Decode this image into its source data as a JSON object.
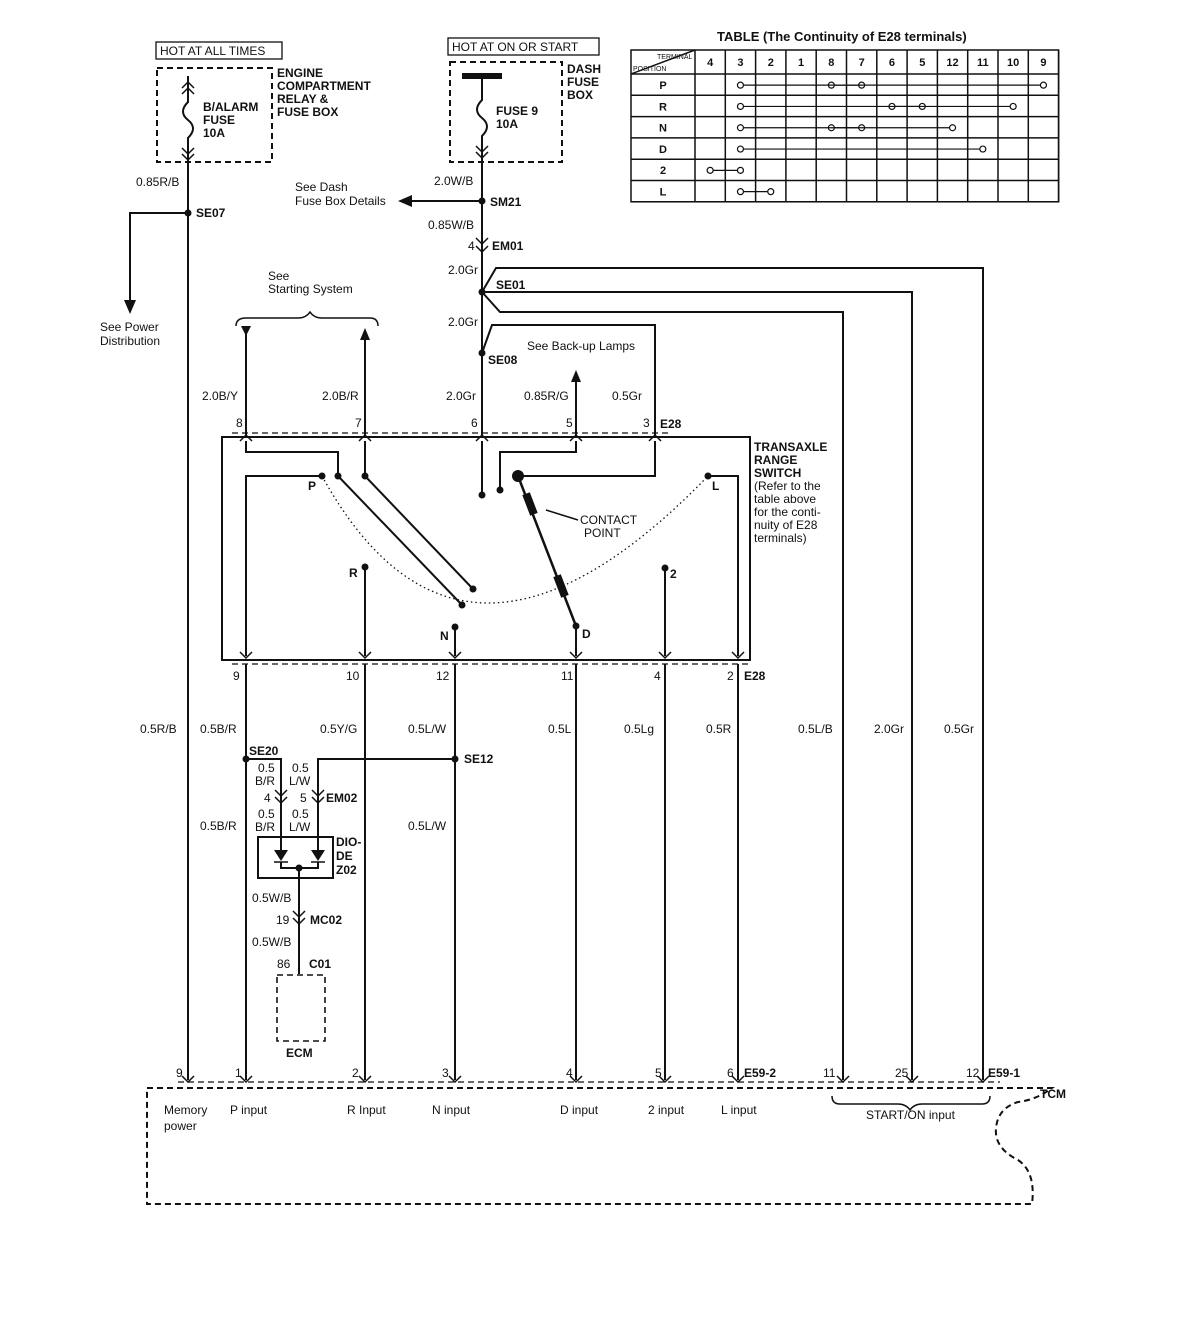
{
  "supply": {
    "left_hot_label": "HOT AT ALL TIMES",
    "left_box_lines": [
      "ENGINE",
      "COMPARTMENT",
      "RELAY &",
      "FUSE BOX"
    ],
    "left_fuse_lines": [
      "B/ALARM",
      "FUSE",
      "10A"
    ],
    "right_hot_label": "HOT AT ON OR START",
    "right_box_lines": [
      "DASH",
      "FUSE",
      "BOX"
    ],
    "right_fuse_lines": [
      "FUSE 9",
      "10A"
    ]
  },
  "wires_top": {
    "w085rb": "0.85R/B",
    "se07": "SE07",
    "power_dist": [
      "See Power",
      "Distribution"
    ],
    "w20wb": "2.0W/B",
    "sm21": "SM21",
    "dash_details": [
      "See Dash",
      "Fuse Box Details"
    ],
    "w085wb": "0.85W/B",
    "em01_pin": "4",
    "em01": "EM01",
    "w20gr_a": "2.0Gr",
    "se01": "SE01",
    "w20gr_b": "2.0Gr",
    "se08": "SE08",
    "backup": "See Back-up Lamps",
    "starting": [
      "See",
      "Starting System"
    ],
    "w20by": "2.0B/Y",
    "w20br": "2.0B/R",
    "w20gr_c": "2.0Gr",
    "w085rg": "0.85R/G",
    "w05gr_top": "0.5Gr"
  },
  "switch": {
    "top_pins": [
      "8",
      "7",
      "6",
      "5",
      "3"
    ],
    "top_conn": "E28",
    "title_lines": [
      "TRANSAXLE",
      "RANGE",
      "SWITCH"
    ],
    "note_lines": [
      "(Refer to the",
      "table above",
      "for the conti-",
      "nuity of E28",
      "terminals)"
    ],
    "contact_lines": [
      "CONTACT",
      "POINT"
    ],
    "positions": [
      "P",
      "R",
      "N",
      "D",
      "2",
      "L"
    ],
    "bottom_pins": [
      "9",
      "10",
      "12",
      "11",
      "4",
      "2"
    ],
    "bottom_conn": "E28"
  },
  "wires_mid": {
    "w05rb": "0.5R/B",
    "w05br": "0.5B/R",
    "w05yg": "0.5Y/G",
    "w05lw": "0.5L/W",
    "w05l": "0.5L",
    "w05lg": "0.5Lg",
    "w05r": "0.5R",
    "w05lb": "0.5L/B",
    "w20gr": "2.0Gr",
    "w05gr": "0.5Gr",
    "se20": "SE20",
    "se12": "SE12",
    "br_a": [
      "0.5",
      "B/R"
    ],
    "lw_a": [
      "0.5",
      "L/W"
    ],
    "em02_pin4": "4",
    "em02_pin5": "5",
    "em02": "EM02",
    "br_b": [
      "0.5",
      "B/R"
    ],
    "lw_b": [
      "0.5",
      "L/W"
    ],
    "w05br_low": "0.5B/R",
    "w05lw_low": "0.5L/W",
    "diode_lines": [
      "DIO-",
      "DE",
      "Z02"
    ],
    "w05wb_a": "0.5W/B",
    "mc02_pin": "19",
    "mc02": "MC02",
    "w05wb_b": "0.5W/B",
    "c01_pin": "86",
    "c01": "C01",
    "ecm": "ECM"
  },
  "tcm": {
    "pins": [
      "9",
      "1",
      "2",
      "3",
      "4",
      "5",
      "6",
      "11",
      "25",
      "12"
    ],
    "conn_a": "E59-2",
    "conn_b": "E59-1",
    "name": "TCM",
    "inputs": [
      "Memory",
      "power",
      "P input",
      "R Input",
      "N input",
      "D input",
      "2 input",
      "L input",
      "START/ON input"
    ]
  },
  "table": {
    "title": "TABLE (The Continuity of E28 terminals)",
    "corner_top": "TERMINAL",
    "corner_bottom": "POSITION",
    "columns": [
      "4",
      "3",
      "2",
      "1",
      "8",
      "7",
      "6",
      "5",
      "12",
      "11",
      "10",
      "9"
    ],
    "rows": [
      {
        "label": "P",
        "from": 4,
        "to": 5
      },
      {
        "label": "P",
        "from": 1,
        "to": 11
      },
      {
        "label": "R",
        "from": 6,
        "to": 7
      },
      {
        "label": "R",
        "from": 1,
        "to": 10
      },
      {
        "label": "N",
        "from": 4,
        "to": 5
      },
      {
        "label": "N",
        "from": 1,
        "to": 8
      },
      {
        "label": "D",
        "from": 1,
        "to": 9
      },
      {
        "label": "2",
        "from": 0,
        "to": 1
      },
      {
        "label": "L",
        "from": 1,
        "to": 2
      }
    ]
  }
}
